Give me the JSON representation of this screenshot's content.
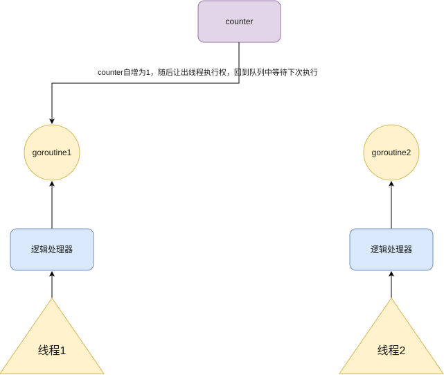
{
  "diagram": {
    "counter": {
      "label": "counter",
      "fill": "#e1d5e7",
      "stroke": "#9673a6"
    },
    "edge_label": "counter自增为1，随后让出线程执行权，回到队列中等待下次执行",
    "goroutines": [
      {
        "label": "goroutine1",
        "fill": "#fff2cc",
        "stroke": "#d6b656"
      },
      {
        "label": "goroutine2",
        "fill": "#fff2cc",
        "stroke": "#d6b656"
      }
    ],
    "processors": [
      {
        "label": "逻辑处理器",
        "fill": "#dae8fc",
        "stroke": "#6c8ebf"
      },
      {
        "label": "逻辑处理器",
        "fill": "#dae8fc",
        "stroke": "#6c8ebf"
      }
    ],
    "threads": [
      {
        "label": "线程1",
        "fill": "#fff2cc",
        "stroke": "#d6b656"
      },
      {
        "label": "线程2",
        "fill": "#fff2cc",
        "stroke": "#d6b656"
      }
    ],
    "edge_color": "#000000"
  }
}
